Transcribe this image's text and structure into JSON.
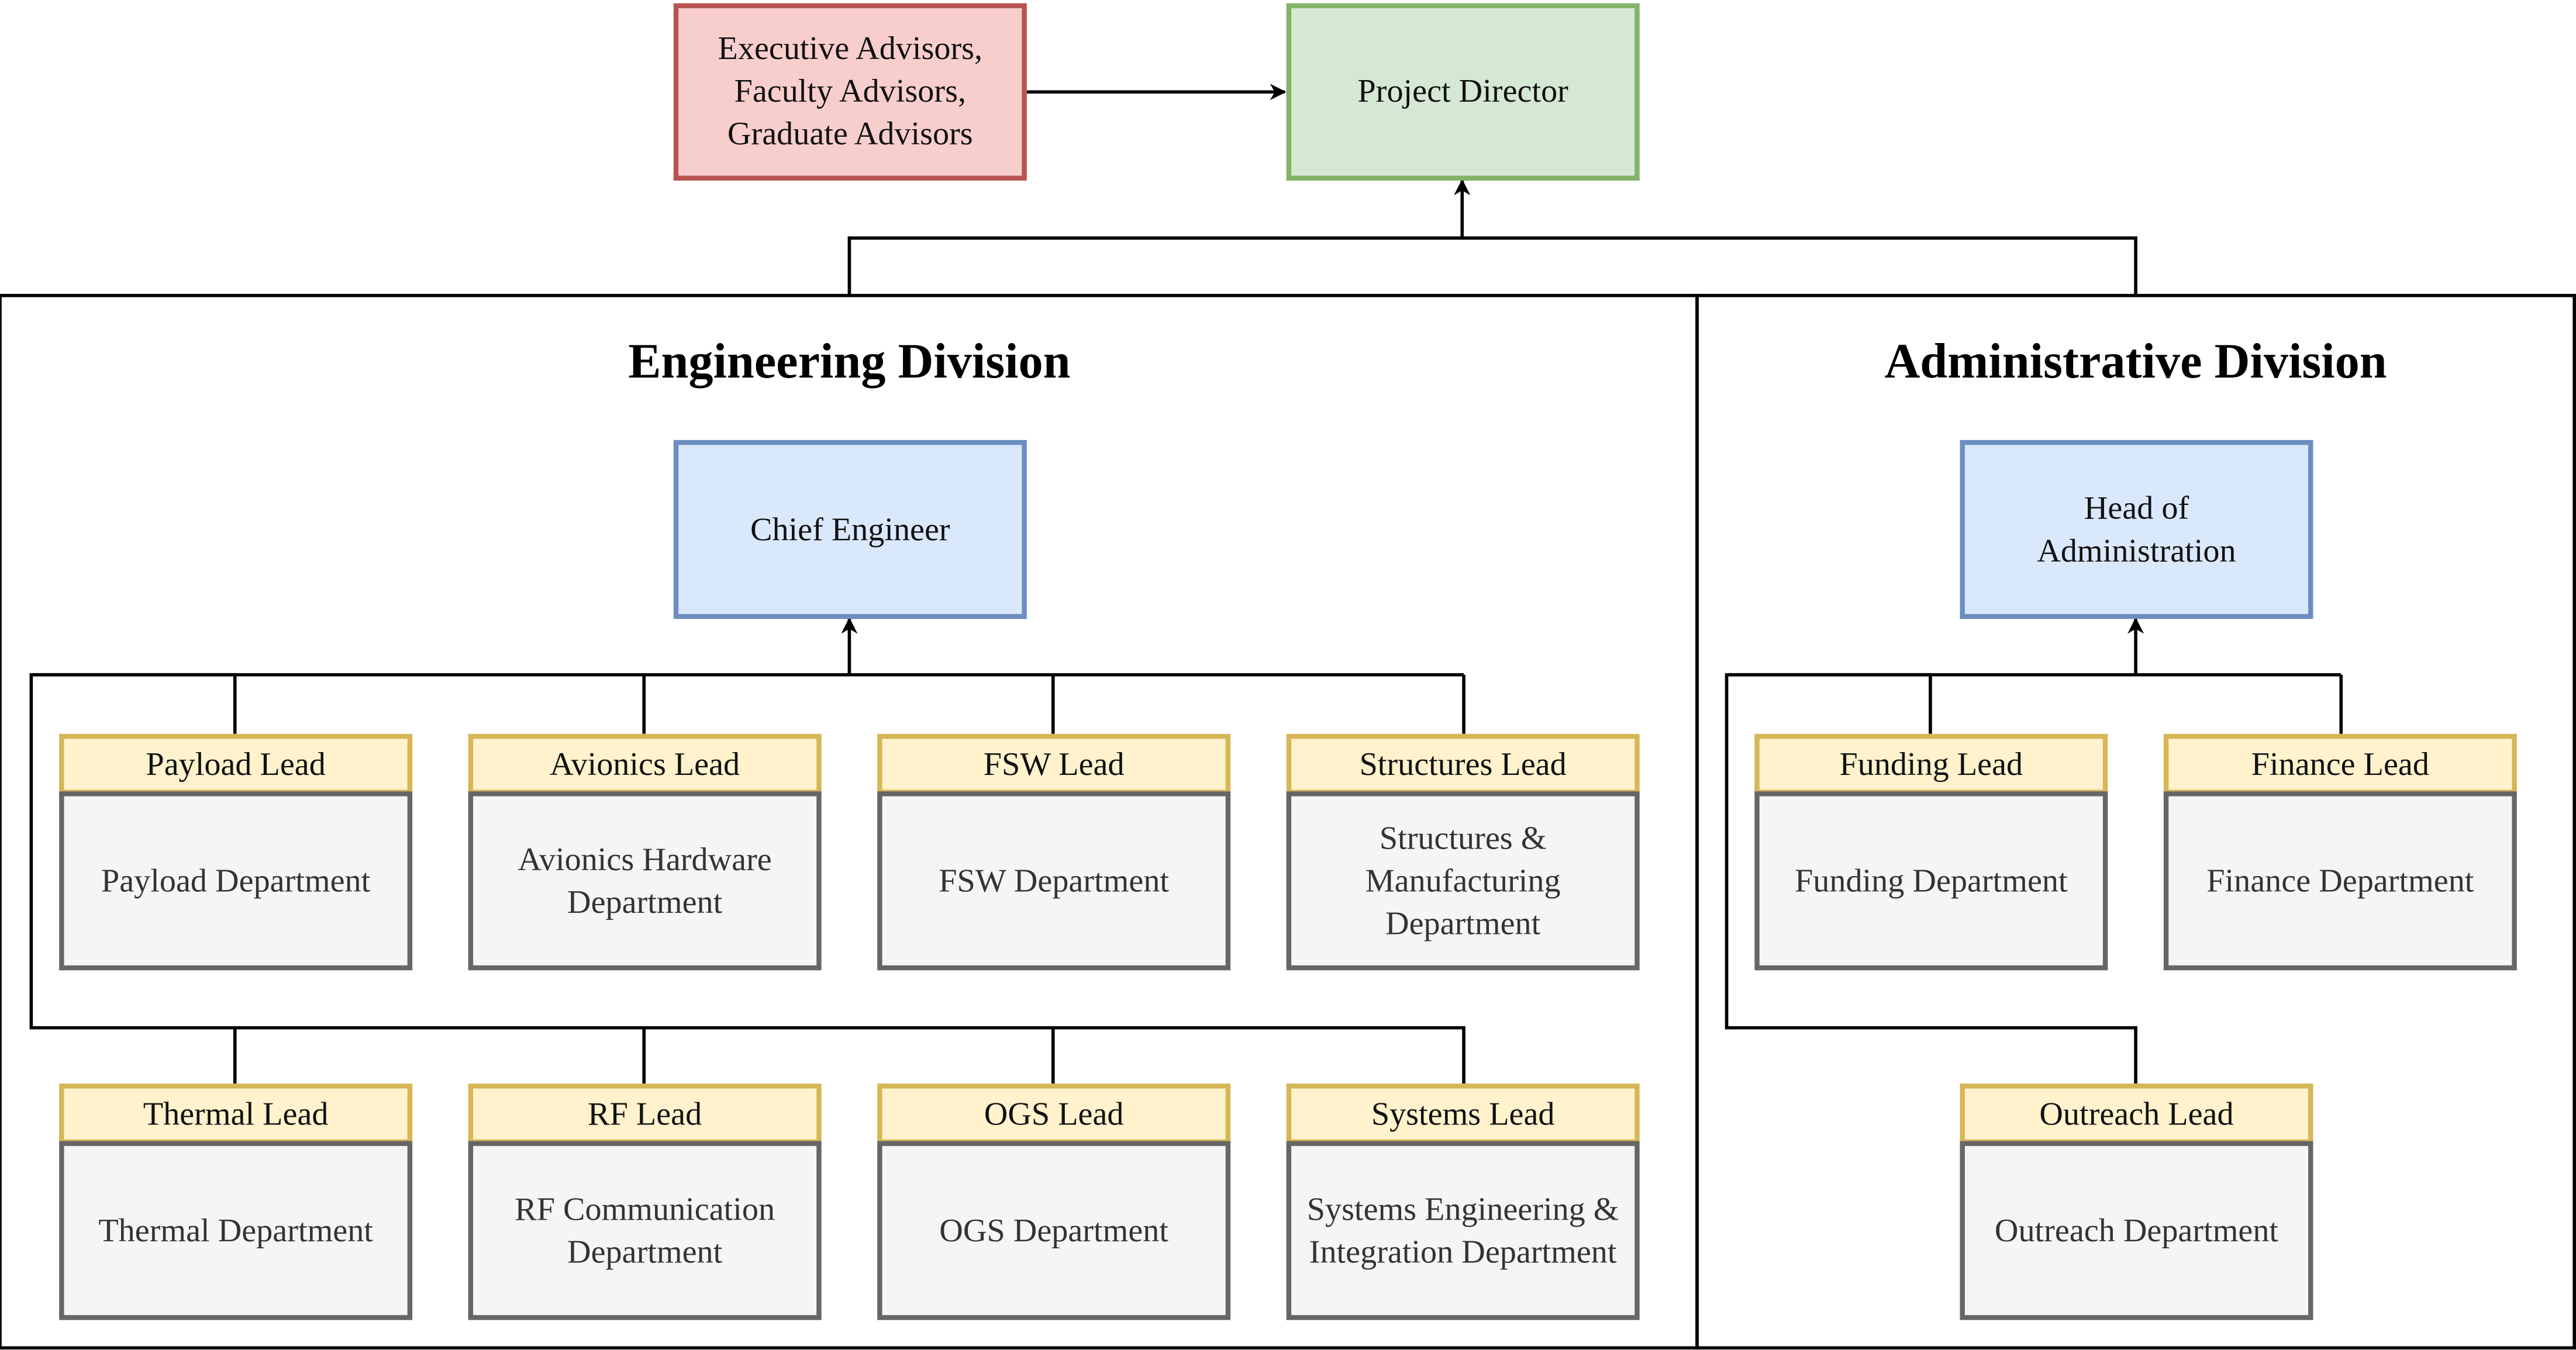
{
  "top": {
    "advisors": "Executive Advisors,\nFaculty Advisors,\nGraduate Advisors",
    "director": "Project Director"
  },
  "engineering": {
    "title": "Engineering Division",
    "chief": "Chief Engineer",
    "teams": [
      {
        "lead": "Payload Lead",
        "dept": "Payload Department"
      },
      {
        "lead": "Avionics Lead",
        "dept": "Avionics Hardware\nDepartment"
      },
      {
        "lead": "FSW Lead",
        "dept": "FSW Department"
      },
      {
        "lead": "Structures Lead",
        "dept": "Structures &\nManufacturing\nDepartment"
      },
      {
        "lead": "Thermal Lead",
        "dept": "Thermal Department"
      },
      {
        "lead": "RF Lead",
        "dept": "RF Communication\nDepartment"
      },
      {
        "lead": "OGS Lead",
        "dept": "OGS Department"
      },
      {
        "lead": "Systems Lead",
        "dept": "Systems Engineering &\nIntegration Department"
      }
    ]
  },
  "administrative": {
    "title": "Administrative Division",
    "head": "Head of\nAdministration",
    "teams": [
      {
        "lead": "Funding Lead",
        "dept": "Funding Department"
      },
      {
        "lead": "Finance Lead",
        "dept": "Finance Department"
      },
      {
        "lead": "Outreach Lead",
        "dept": "Outreach Department"
      }
    ]
  },
  "colors": {
    "advisors_fill": "#f8cecc",
    "advisors_border": "#b85450",
    "director_fill": "#d5e8d4",
    "director_border": "#82b366",
    "manager_fill": "#dae8fc",
    "manager_border": "#6c8ebf",
    "lead_fill": "#fff2cc",
    "lead_border": "#d6b656",
    "dept_fill": "#f5f5f5",
    "dept_border": "#666666"
  }
}
